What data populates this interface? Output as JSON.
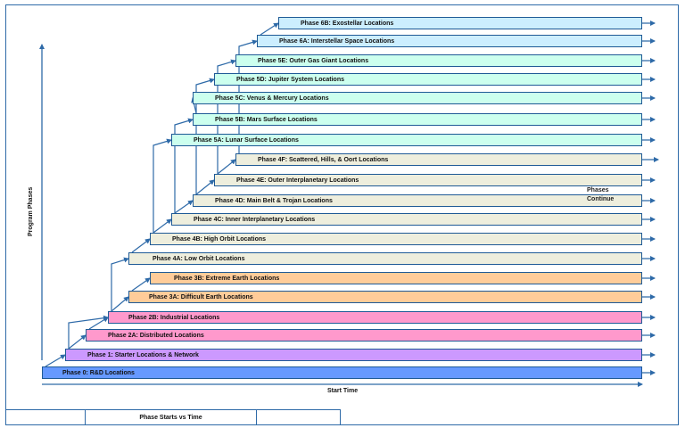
{
  "diagram": {
    "title": "Phase Starts vs Time",
    "y_axis_label": "Program Phases",
    "x_axis_label": "Start Time",
    "continue_note": [
      "Phases",
      "Continue"
    ],
    "colors": {
      "line": "#2e6aa8",
      "border": "#1f5a96",
      "phase0": "#6699ff",
      "phase1": "#cc99ff",
      "phase2": "#ff99cc",
      "phase3": "#ffcc99",
      "phase4": "#eeeedd",
      "phase5": "#ccffee",
      "phase6": "#cceeff"
    },
    "phases": [
      {
        "id": "p0",
        "label": "Phase 0:  R&D Locations",
        "group": "phase0",
        "order": 0,
        "start": 0
      },
      {
        "id": "p1",
        "label": "Phase 1:  Starter Locations & Network",
        "group": "phase1",
        "order": 1,
        "start": 1
      },
      {
        "id": "p2a",
        "label": "Phase 2A:  Distributed Locations",
        "group": "phase2",
        "order": 2,
        "start": 2
      },
      {
        "id": "p2b",
        "label": "Phase 2B:  Industrial Locations",
        "group": "phase2",
        "order": 3,
        "start": 3
      },
      {
        "id": "p3a",
        "label": "Phase 3A:  Difficult  Earth Locations",
        "group": "phase3",
        "order": 4,
        "start": 4
      },
      {
        "id": "p3b",
        "label": "Phase 3B:  Extreme Earth Locations",
        "group": "phase3",
        "order": 5,
        "start": 5
      },
      {
        "id": "p4a",
        "label": "Phase 4A:  Low Orbit Locations",
        "group": "phase4",
        "order": 6,
        "start": 4
      },
      {
        "id": "p4b",
        "label": "Phase 4B:  High Orbit Locations",
        "group": "phase4",
        "order": 7,
        "start": 5
      },
      {
        "id": "p4c",
        "label": "Phase 4C:  Inner Interplanetary  Locations",
        "group": "phase4",
        "order": 8,
        "start": 6
      },
      {
        "id": "p4d",
        "label": "Phase 4D:  Main Belt & Trojan Locations",
        "group": "phase4",
        "order": 9,
        "start": 7
      },
      {
        "id": "p4e",
        "label": "Phase 4E:  Outer Interplanetary  Locations",
        "group": "phase4",
        "order": 10,
        "start": 8
      },
      {
        "id": "p4f",
        "label": "Phase 4F:  Scattered, Hills, & Oort Locations",
        "group": "phase4",
        "order": 11,
        "start": 9
      },
      {
        "id": "p5a",
        "label": "Phase 5A:  Lunar Surface Locations",
        "group": "phase5",
        "order": 12,
        "start": 6
      },
      {
        "id": "p5b",
        "label": "Phase 5B:  Mars Surface Locations",
        "group": "phase5",
        "order": 13,
        "start": 7
      },
      {
        "id": "p5c",
        "label": "Phase 5C:  Venus & Mercury Locations",
        "group": "phase5",
        "order": 14,
        "start": 7
      },
      {
        "id": "p5d",
        "label": "Phase 5D:  Jupiter System Locations",
        "group": "phase5",
        "order": 15,
        "start": 8
      },
      {
        "id": "p5e",
        "label": "Phase 5E:  Outer Gas Giant Locations",
        "group": "phase5",
        "order": 16,
        "start": 9
      },
      {
        "id": "p6a",
        "label": "Phase 6A:  Interstellar Space Locations",
        "group": "phase6",
        "order": 17,
        "start": 10
      },
      {
        "id": "p6b",
        "label": "Phase 6B:  Exostellar  Locations",
        "group": "phase6",
        "order": 18,
        "start": 11
      }
    ],
    "links": [
      [
        "p0",
        "p1"
      ],
      [
        "p1",
        "p2a"
      ],
      [
        "p2a",
        "p2b"
      ],
      [
        "p1",
        "p2b"
      ],
      [
        "p2b",
        "p3a"
      ],
      [
        "p3a",
        "p3b"
      ],
      [
        "p2b",
        "p4a"
      ],
      [
        "p4a",
        "p4b"
      ],
      [
        "p4b",
        "p4c"
      ],
      [
        "p4c",
        "p4d"
      ],
      [
        "p4d",
        "p4e"
      ],
      [
        "p4e",
        "p4f"
      ],
      [
        "p4b",
        "p5a"
      ],
      [
        "p4c",
        "p5b"
      ],
      [
        "p5b",
        "p5c"
      ],
      [
        "p4d",
        "p5d"
      ],
      [
        "p4e",
        "p5e"
      ],
      [
        "p4f",
        "p6a"
      ],
      [
        "p6a",
        "p6b"
      ]
    ],
    "footer_cells": [
      "",
      "Phase Starts vs Time",
      "",
      ""
    ]
  }
}
